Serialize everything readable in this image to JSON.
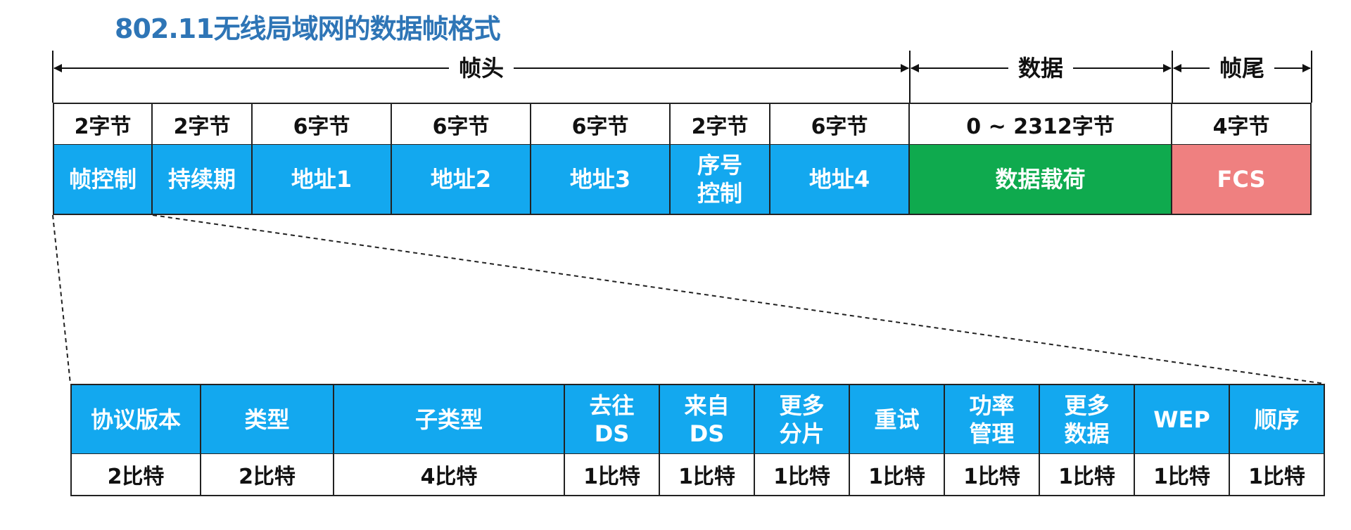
{
  "title": "802.11无线局域网的数据帧格式",
  "spans": [
    {
      "label": "帧头"
    },
    {
      "label": "数据"
    },
    {
      "label": "帧尾"
    }
  ],
  "top_fields": [
    {
      "size": "2字节",
      "name": "帧控制",
      "color": "#13a8ef"
    },
    {
      "size": "2字节",
      "name": "持续期",
      "color": "#13a8ef"
    },
    {
      "size": "6字节",
      "name": "地址1",
      "color": "#13a8ef"
    },
    {
      "size": "6字节",
      "name": "地址2",
      "color": "#13a8ef"
    },
    {
      "size": "6字节",
      "name": "地址3",
      "color": "#13a8ef"
    },
    {
      "size": "2字节",
      "name": "序号\n控制",
      "color": "#13a8ef"
    },
    {
      "size": "6字节",
      "name": "地址4",
      "color": "#13a8ef"
    },
    {
      "size": "0 ~ 2312字节",
      "name": "数据载荷",
      "color": "#0faa4e"
    },
    {
      "size": "4字节",
      "name": "FCS",
      "color": "#ef8080"
    }
  ],
  "bottom_fields": [
    {
      "name": "协议版本",
      "size": "2比特"
    },
    {
      "name": "类型",
      "size": "2比特"
    },
    {
      "name": "子类型",
      "size": "4比特"
    },
    {
      "name": "去往\nDS",
      "size": "1比特"
    },
    {
      "name": "来自\nDS",
      "size": "1比特"
    },
    {
      "name": "更多\n分片",
      "size": "1比特"
    },
    {
      "name": "重试",
      "size": "1比特"
    },
    {
      "name": "功率\n管理",
      "size": "1比特"
    },
    {
      "name": "更多\n数据",
      "size": "1比特"
    },
    {
      "name": "WEP",
      "size": "1比特"
    },
    {
      "name": "顺序",
      "size": "1比特"
    }
  ],
  "colors": {
    "field_blue": "#13a8ef",
    "payload_green": "#0faa4e",
    "fcs_red": "#ef8080",
    "title_blue": "#2e75b6"
  }
}
